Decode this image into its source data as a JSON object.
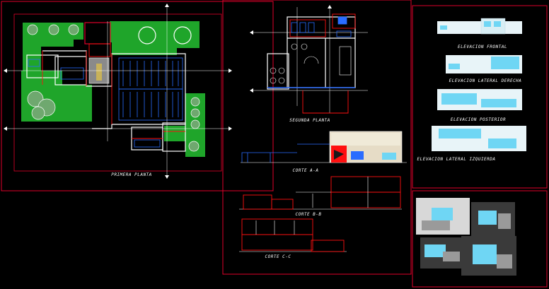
{
  "drawing": {
    "background": "#000000",
    "colors": {
      "frame": "#e0002a",
      "grass": "#1fa52a",
      "wall": "#ffffff",
      "blue": "#2a6cff",
      "cyan": "#6fd6f4",
      "grey": "#9a9a9a",
      "red": "#ff1010"
    },
    "labels": {
      "primera_planta": "PRIMERA PLANTA",
      "segunda_planta": "SEGUNDA PLANTA",
      "corte_aa": "CORTE A-A",
      "corte_bb": "CORTE B-B",
      "corte_cc": "CORTE C-C",
      "elevacion_frontal": "ELEVACION FRONTAL",
      "elevacion_lateral_derecha": "ELEVACION LATERAL DERECHA",
      "elevacion_posterior": "ELEVACION POSTERIOR",
      "elevacion_lateral_izquierda": "ELEVACION LATERAL IZQUIERDA"
    }
  }
}
